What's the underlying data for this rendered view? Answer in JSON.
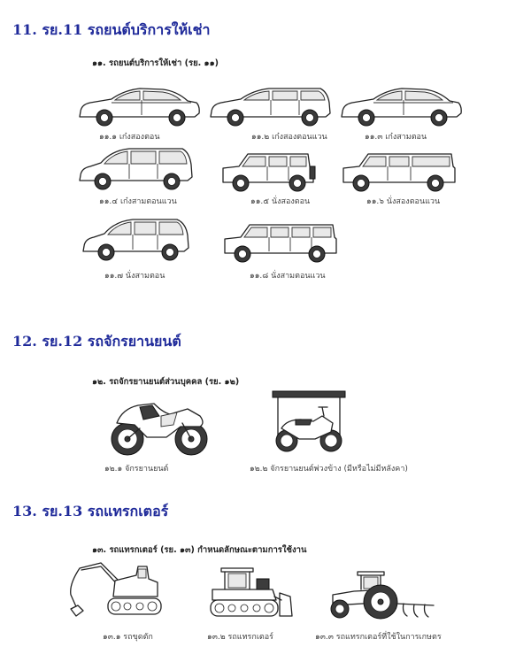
{
  "sections": [
    {
      "heading": "11. รย.11  รถยนต์บริการให้เช่า",
      "subheading": "๑๑.  รถยนต์บริการให้เช่า (รย. ๑๑)",
      "items": [
        {
          "caption": "๑๑.๑ เก๋งสองตอน",
          "icon": "sedan-car-icon"
        },
        {
          "caption": "๑๑.๒ เก๋งสองตอนแวน",
          "icon": "wagon-car-icon"
        },
        {
          "caption": "๑๑.๓ เก๋งสามตอน",
          "icon": "sedan-car-icon"
        },
        {
          "caption": "๑๑.๔ เก๋งสามตอนแวน",
          "icon": "van-car-icon"
        },
        {
          "caption": "๑๑.๕ นั่งสองตอน",
          "icon": "suv-car-icon"
        },
        {
          "caption": "๑๑.๖ นั่งสองตอนแวน",
          "icon": "suv-van-icon"
        },
        {
          "caption": "๑๑.๗ นั่งสามตอน",
          "icon": "minivan-icon"
        },
        {
          "caption": "๑๑.๘ นั่งสามตอนแวน",
          "icon": "long-suv-icon"
        }
      ]
    },
    {
      "heading": "12. รย.12  รถจักรยานยนต์",
      "subheading": "๑๒.  รถจักรยานยนต์ส่วนบุคคล (รย. ๑๒)",
      "items": [
        {
          "caption": "๑๒.๑ จักรยานยนต์",
          "icon": "sport-motorcycle-icon"
        },
        {
          "caption": "๑๒.๒ จักรยานยนต์พ่วงข้าง (มีหรือไม่มีหลังคา)",
          "icon": "roofed-motorcycle-icon"
        }
      ]
    },
    {
      "heading": "13. รย.13  รถแทรกเตอร์",
      "subheading": "๑๓.  รถแทรกเตอร์ (รย. ๑๓) กำหนดลักษณะตามการใช้งาน",
      "items": [
        {
          "caption": "๑๓.๑ รถขุดตัก",
          "icon": "excavator-icon"
        },
        {
          "caption": "๑๓.๒ รถแทรกเตอร์",
          "icon": "bulldozer-icon"
        },
        {
          "caption": "๑๓.๓ รถแทรกเตอร์ที่ใช้ในการเกษตร",
          "icon": "farm-tractor-icon"
        }
      ]
    }
  ]
}
